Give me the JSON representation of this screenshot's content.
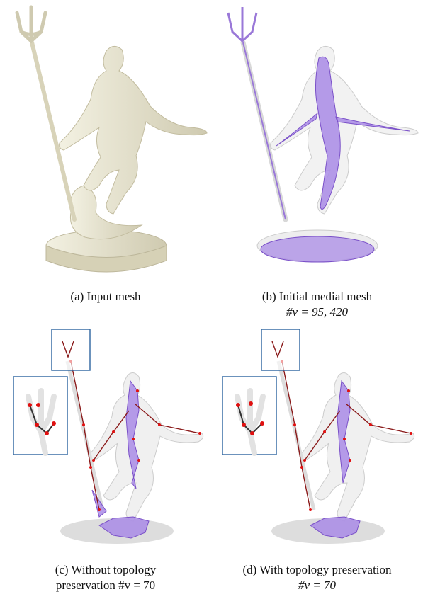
{
  "figure": {
    "panels": [
      {
        "id": "a",
        "caption_line1": "(a) Input mesh",
        "caption_line2": ""
      },
      {
        "id": "b",
        "caption_line1": "(b) Initial medial mesh",
        "caption_line2": "#v = 95, 420"
      },
      {
        "id": "c",
        "caption_line1": "(c) Without topology",
        "caption_line2": "preservation #v = 70"
      },
      {
        "id": "d",
        "caption_line1": "(d) With topology preservation",
        "caption_line2": "#v = 70"
      }
    ],
    "colors": {
      "mesh": "#e9e6d3",
      "mesh_shade": "#cfcab0",
      "ghost": "#dcdcdc",
      "medial": "#a98be6",
      "medial_edge": "#7a50c8",
      "skeleton_edge": "#8a1a1a",
      "vertex": "#e01010",
      "inset_border": "#3a6ea5",
      "ground": "#d9d9d9"
    }
  }
}
